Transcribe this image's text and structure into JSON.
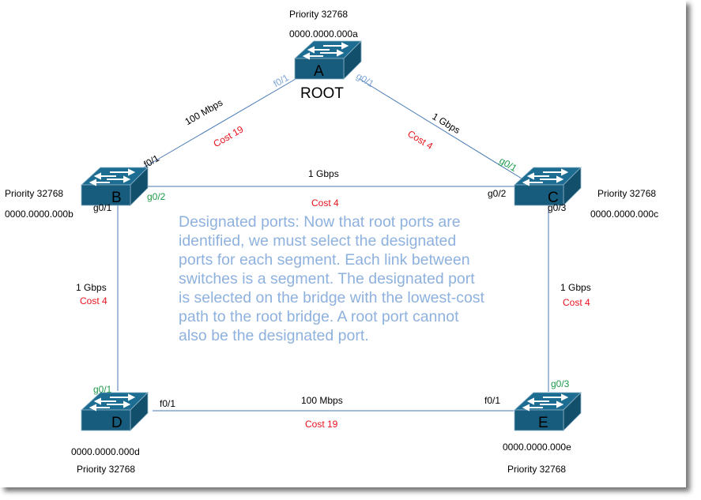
{
  "colors": {
    "link": "#4a7ab5",
    "switch_body": "#175c7c",
    "switch_top": "#1d6d92",
    "cost": "#e8121d",
    "designated_port": "#1e9a4a",
    "root_port_label": "#7ea6d6",
    "note": "#8eb1de"
  },
  "switches": {
    "A": {
      "letter": "A",
      "priority": "Priority 32768",
      "mac": "0000.0000.000a",
      "role": "ROOT"
    },
    "B": {
      "letter": "B",
      "priority": "Priority 32768",
      "mac": "0000.0000.000b"
    },
    "C": {
      "letter": "C",
      "priority": "Priority 32768",
      "mac": "0000.0000.000c"
    },
    "D": {
      "letter": "D",
      "priority": "Priority 32768",
      "mac": "0000.0000.000d"
    },
    "E": {
      "letter": "E",
      "priority": "Priority 32768",
      "mac": "0000.0000.000e"
    }
  },
  "links": {
    "ab": {
      "speed": "100 Mbps",
      "cost": "Cost 19",
      "port_a": "f0/1",
      "port_b": "f0/1"
    },
    "ac": {
      "speed": "1 Gbps",
      "cost": "Cost 4",
      "port_a": "g0/1",
      "port_c": "g0/1"
    },
    "bc": {
      "speed": "1 Gbps",
      "cost": "Cost 4",
      "port_b": "g0/2",
      "port_c": "g0/2"
    },
    "bd": {
      "speed": "1 Gbps",
      "cost": "Cost 4",
      "port_b": "g0/1",
      "port_d": "g0/1"
    },
    "ce": {
      "speed": "1 Gbps",
      "cost": "Cost 4",
      "port_c": "g0/3",
      "port_e": "g0/3"
    },
    "de": {
      "speed": "100 Mbps",
      "cost": "Cost 19",
      "port_d": "f0/1",
      "port_e": "f0/1"
    }
  },
  "note": "Designated ports:  Now that root ports are\nidentified, we must select the designated\nports for each segment.  Each link between\nswitches is a segment. The designated port\nis selected on the bridge with the lowest-cost\npath to the root bridge. A root port cannot\nalso be the designated port."
}
